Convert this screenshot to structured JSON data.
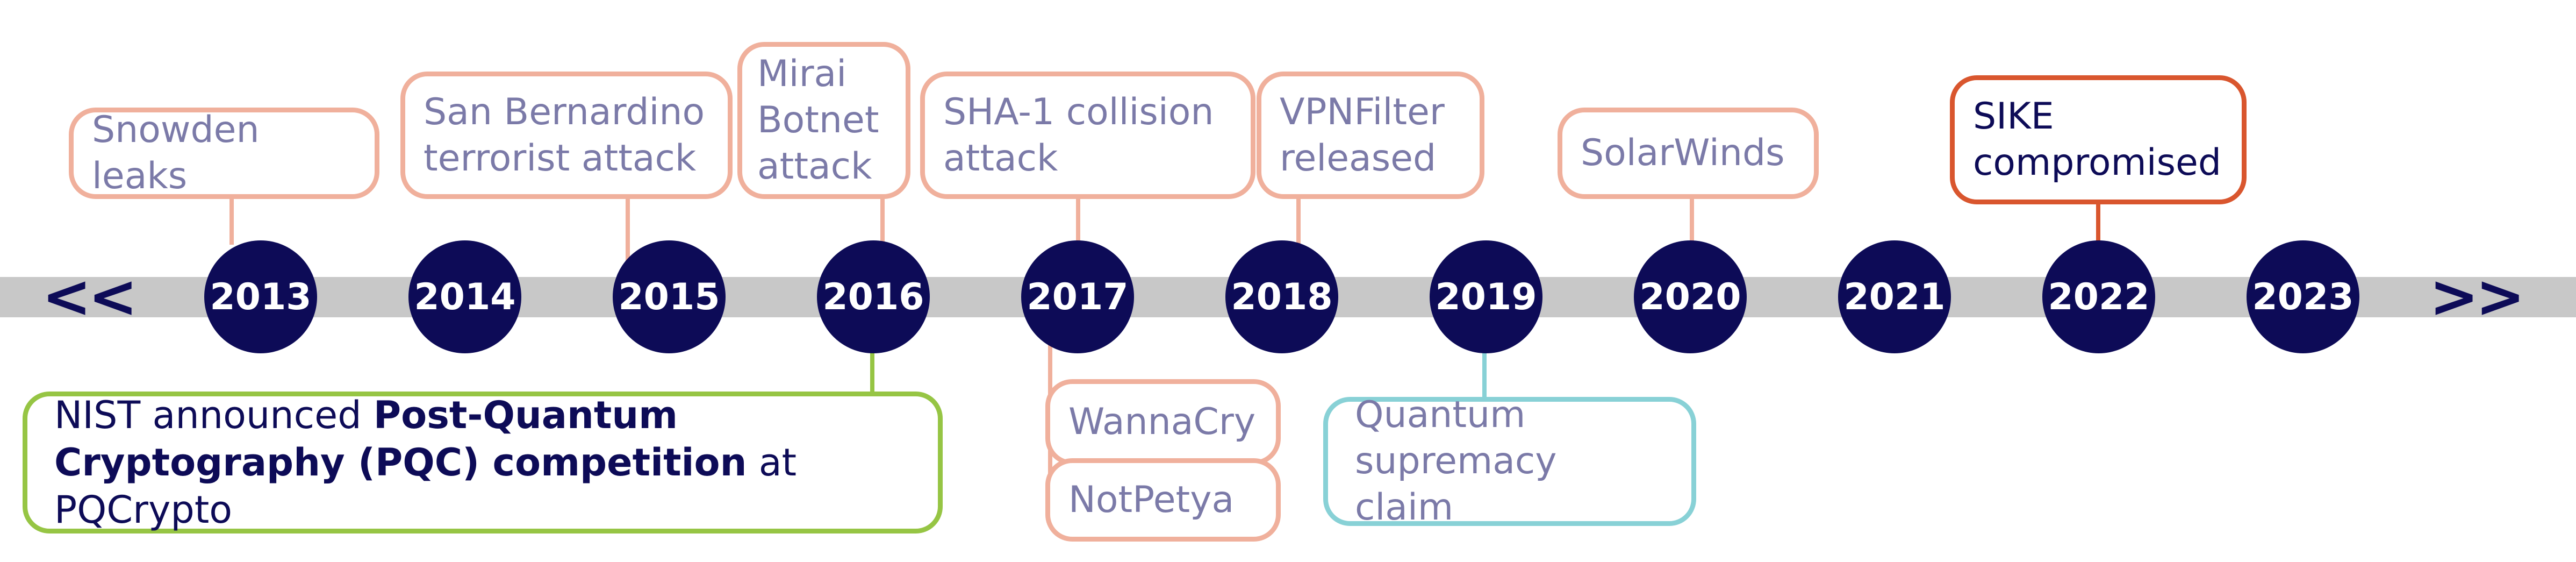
{
  "years": [
    "2013",
    "2014",
    "2015",
    "2016",
    "2017",
    "2018",
    "2019",
    "2020",
    "2021",
    "2022",
    "2023"
  ],
  "nav": {
    "prev": "<<",
    "next": ">>"
  },
  "events": {
    "snowden": "Snowden leaks",
    "san_bernardino": "San Bernardino terrorist attack",
    "mirai": "Mirai Botnet attack",
    "sha1": "SHA-1 collision attack",
    "vpnfilter": "VPNFilter released",
    "solarwinds": "SolarWinds",
    "sike": "SIKE compromised",
    "wannacry": "WannaCry",
    "notpetya": "NotPetya",
    "quantum": "Quantum supremacy claim",
    "nist": {
      "part1": "NIST announced ",
      "part2": "Post-Quantum Cryptography (PQC) competition",
      "part3": " at PQCrypto"
    }
  },
  "colors": {
    "navy": "#0d0b57",
    "track": "#c8c8c8",
    "event_border": "#f0b09c",
    "event_text": "#7b7aa8",
    "sike_border": "#d9562e",
    "nist_border": "#96c544",
    "quantum_border": "#88d1d6"
  }
}
